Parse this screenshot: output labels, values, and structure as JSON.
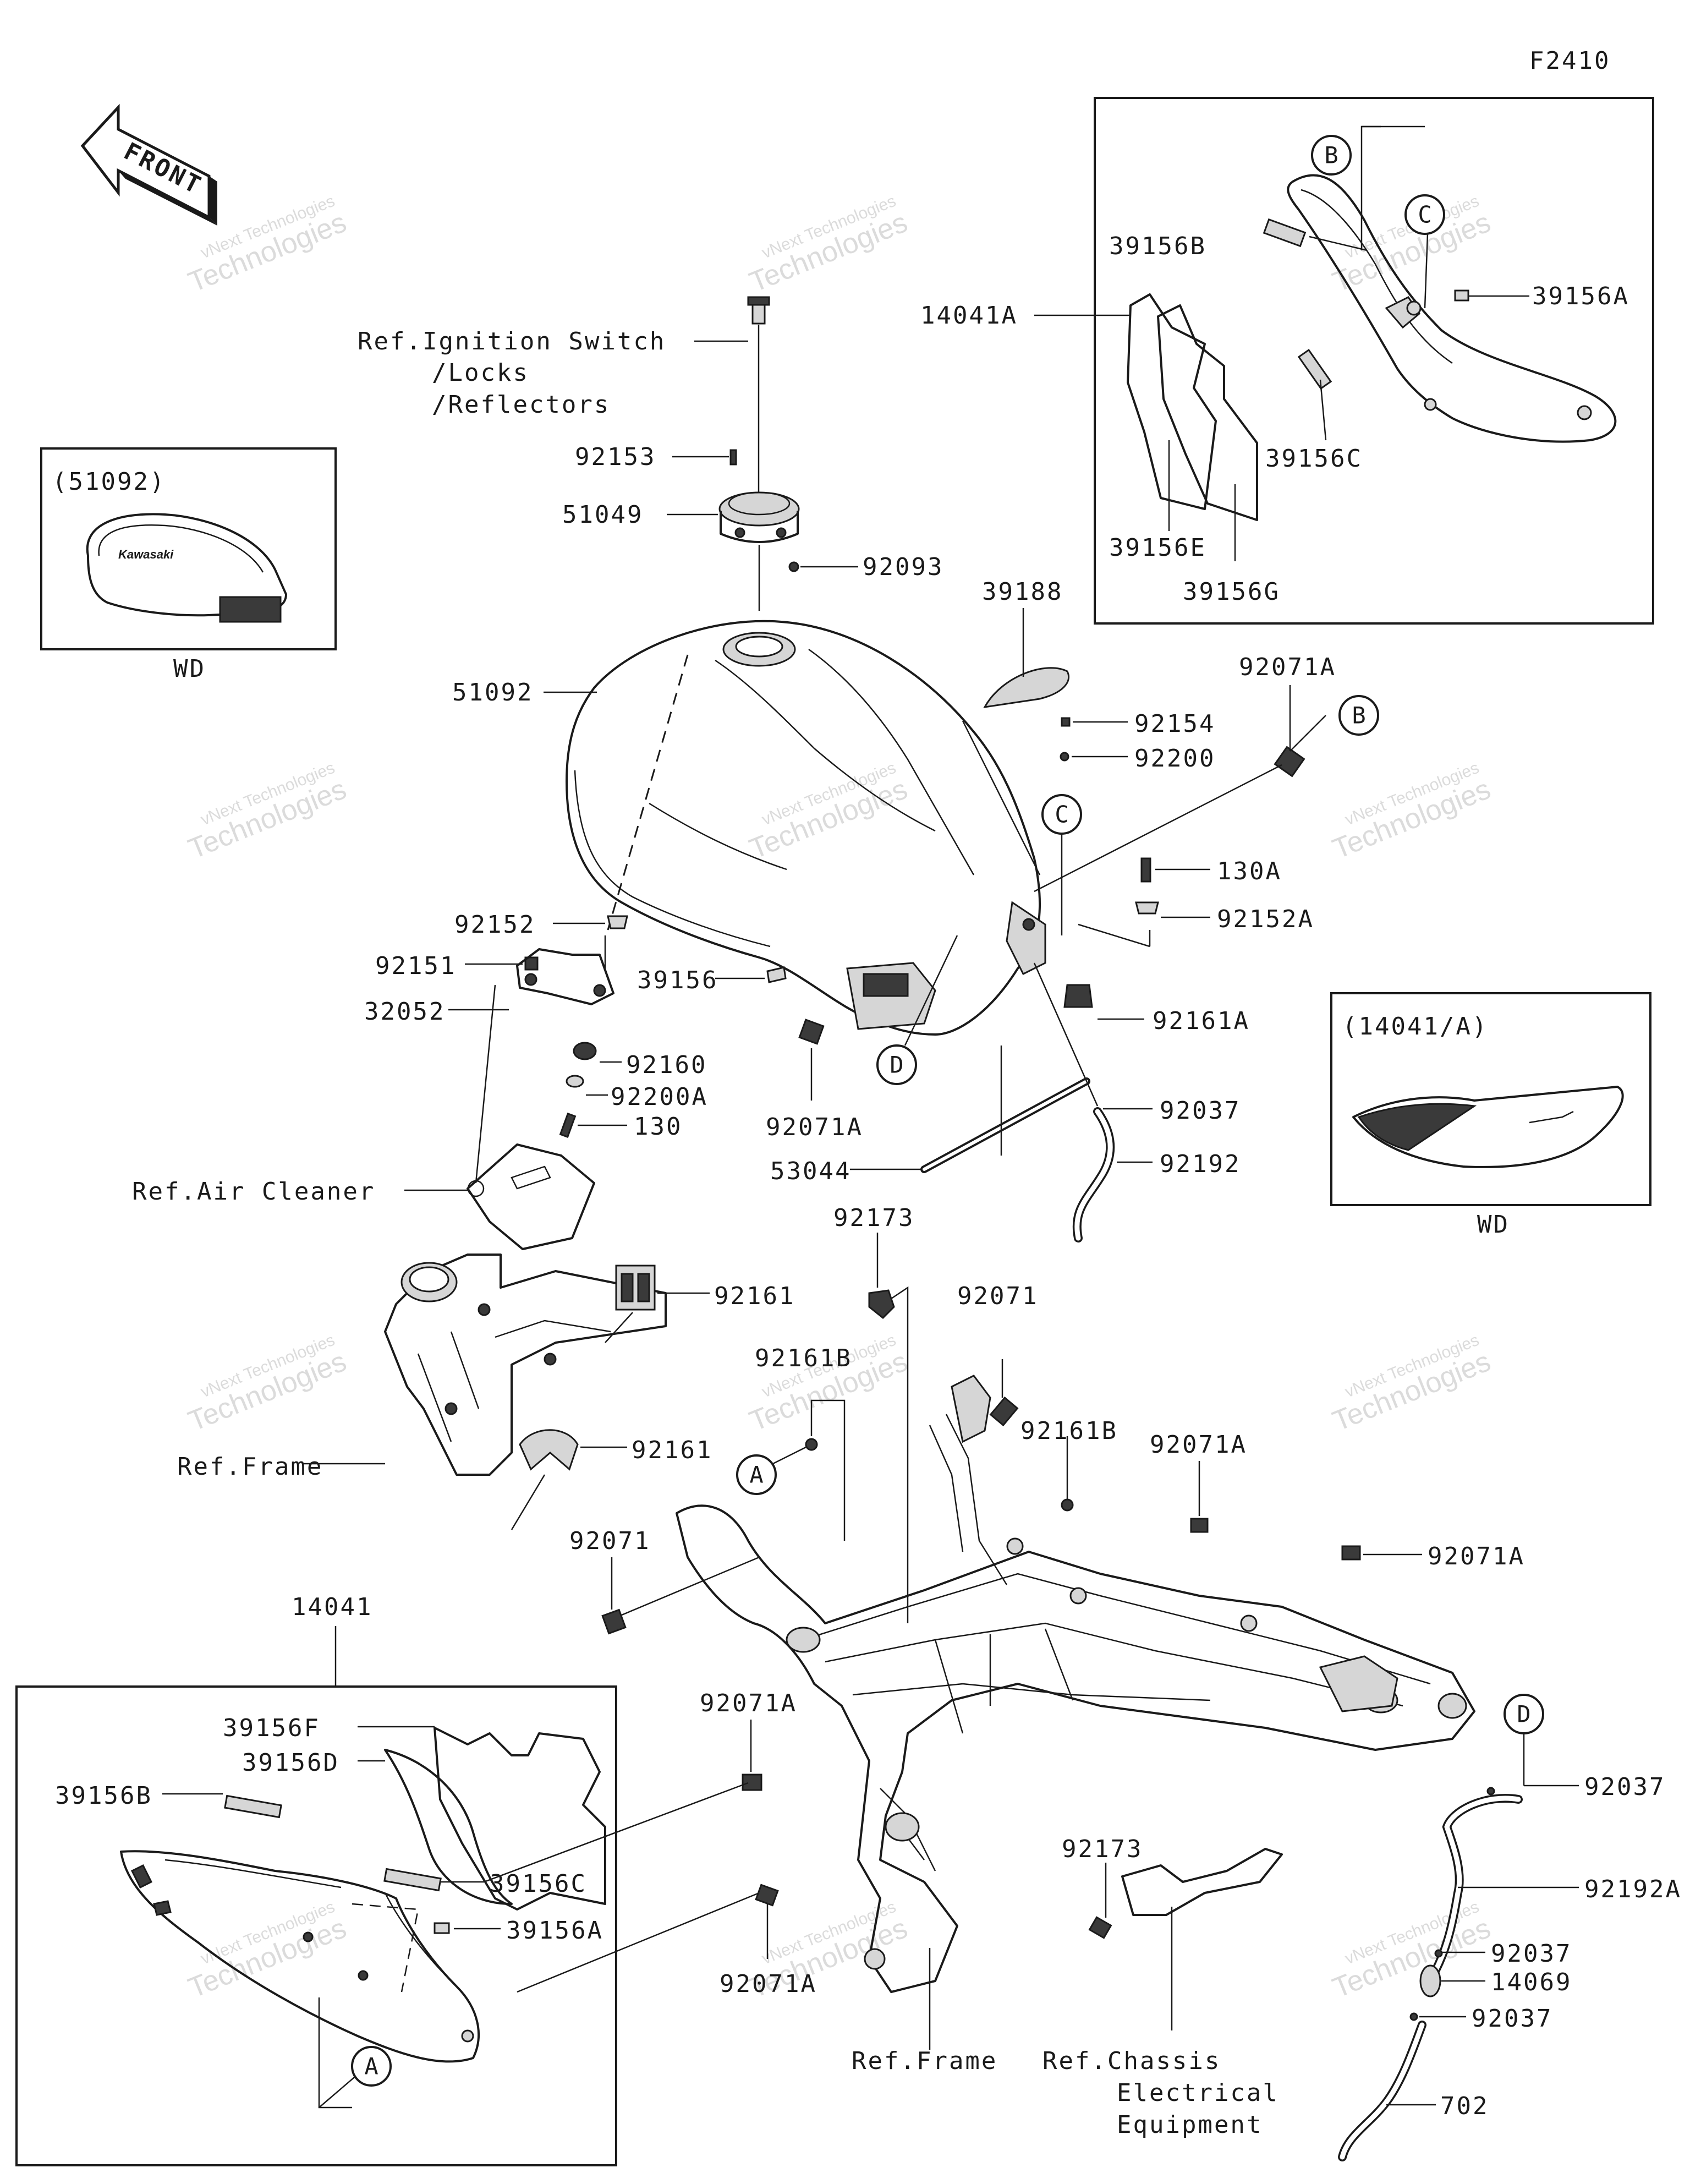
{
  "diagram_code": "F2410",
  "front_arrow": {
    "text": "FRONT",
    "icon": "front-direction-arrow-icon"
  },
  "watermark": {
    "line1": "vNext Technologies",
    "line2": "Technologies"
  },
  "inset_51092": {
    "title": "(51092)",
    "caption": "WD",
    "logo_text": "Kawasaki"
  },
  "inset_14041A": {
    "title": "(14041/A)",
    "caption": "WD"
  },
  "labels": {
    "ref_ignition_1": "Ref.Ignition Switch",
    "ref_ignition_2": "/Locks",
    "ref_ignition_3": "/Reflectors",
    "p92153": "92153",
    "p51049": "51049",
    "p92093": "92093",
    "p51092": "51092",
    "p39188": "39188",
    "p92071A_top": "92071A",
    "p92154": "92154",
    "p92200": "92200",
    "p130A": "130A",
    "p92152A": "92152A",
    "p92161A": "92161A",
    "p92152": "92152",
    "p92151": "92151",
    "p32052": "32052",
    "p39156": "39156",
    "p92160": "92160",
    "p92200A": "92200A",
    "p130": "130",
    "p92071A_mid": "92071A",
    "p92037_mid": "92037",
    "p53044": "53044",
    "p92192": "92192",
    "ref_air_cleaner": "Ref.Air Cleaner",
    "p92173_top": "92173",
    "p92161_top": "92161",
    "p92071_top": "92071",
    "p92161B_left": "92161B",
    "p92161_mid": "92161",
    "ref_frame_left": "Ref.Frame",
    "p92161B_mid": "92161B",
    "p92071A_right": "92071A",
    "p92071_left": "92071",
    "p92071A_far": "92071A",
    "p14041": "14041",
    "p39156F": "39156F",
    "p39156D": "39156D",
    "p39156B_lower": "39156B",
    "p39156C_lower": "39156C",
    "p39156A_lower": "39156A",
    "p92071A_lower": "92071A",
    "p92071A_bottom": "92071A",
    "ref_frame_bottom": "Ref.Frame",
    "p92173_bottom": "92173",
    "ref_chassis_1": "Ref.Chassis",
    "ref_chassis_2": "Electrical",
    "ref_chassis_3": "Equipment",
    "p92037_r1": "92037",
    "p92192A": "92192A",
    "p92037_r2": "92037",
    "p14069": "14069",
    "p92037_r3": "92037",
    "p702": "702",
    "p14041A": "14041A",
    "p39156B_upper": "39156B",
    "p39156A_upper": "39156A",
    "p39156C_upper": "39156C",
    "p39156E": "39156E",
    "p39156G": "39156G"
  },
  "callouts": {
    "A": "A",
    "B": "B",
    "C": "C",
    "D": "D"
  }
}
